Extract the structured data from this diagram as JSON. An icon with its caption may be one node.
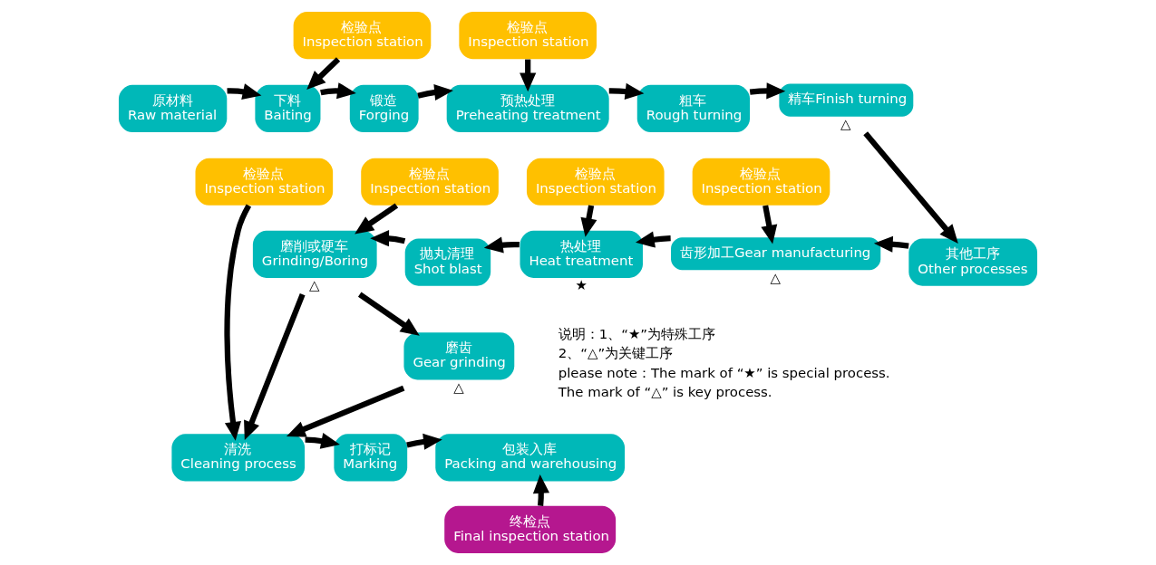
{
  "diagram": {
    "nodes": [
      {
        "text": [
          "检验点",
          "Inspection station"
        ]
      },
      {
        "text": [
          "原材料",
          "Raw material"
        ]
      },
      {
        "text": [
          "下料",
          "Baiting"
        ]
      },
      {
        "text": [
          "锻造",
          "Forging"
        ]
      },
      {
        "text": [
          "检验点",
          "Inspection station"
        ]
      },
      {
        "text": [
          "预热处理",
          "Preheating treatment"
        ]
      },
      {
        "text": [
          "粗车",
          "Rough turning"
        ]
      },
      {
        "text": [
          "精车Finish turning"
        ],
        "beside": [
          "△"
        ]
      },
      {
        "text": [
          "检验点",
          "Inspection station"
        ]
      },
      {
        "text": [
          "检验点",
          "Inspection station"
        ]
      },
      {
        "text": [
          "检验点",
          "Inspection station"
        ]
      },
      {
        "text": [
          "检验点",
          "Inspection station"
        ]
      },
      {
        "text": [
          "磨削或硬车",
          "Grinding/Boring"
        ],
        "beside": [
          "△"
        ]
      },
      {
        "text": [
          "抛丸清理",
          "Shot blast"
        ]
      },
      {
        "text": [
          "热处理",
          "Heat treatment"
        ],
        "beside": [
          "★"
        ]
      },
      {
        "text": [
          "齿形加工Gear manufacturing"
        ],
        "beside": [
          "△"
        ]
      },
      {
        "text": [
          "其他工序",
          "Other processes"
        ]
      },
      {
        "text": [
          "磨齿",
          "Gear grinding"
        ],
        "beside": [
          "△"
        ]
      },
      {
        "text": [
          "清洗",
          "Cleaning process"
        ]
      },
      {
        "text": [
          "打标记",
          "Marking"
        ]
      },
      {
        "text": [
          "包装入库",
          "Packing and warehousing"
        ]
      },
      {
        "text": [
          "终检点",
          "Final inspection station"
        ]
      }
    ],
    "edges": [
      {
        "from": 0,
        "to": 2,
        "arrow": "to"
      },
      {
        "from": 1,
        "to": 2,
        "arrow": "to"
      },
      {
        "from": 2,
        "to": 3,
        "arrow": "to"
      },
      {
        "from": 3,
        "to": 5,
        "arrow": "to"
      },
      {
        "from": 4,
        "to": 5,
        "arrow": "to"
      },
      {
        "from": 5,
        "to": 6,
        "arrow": "to"
      },
      {
        "from": 6,
        "to": 7,
        "arrow": "to"
      },
      {
        "from": 7,
        "to": 16,
        "arrow": "to"
      },
      {
        "from": 16,
        "to": 15,
        "arrow": "to"
      },
      {
        "from": 11,
        "to": 15,
        "arrow": "to"
      },
      {
        "from": 15,
        "to": 14,
        "arrow": "to"
      },
      {
        "from": 10,
        "to": 14,
        "arrow": "to"
      },
      {
        "from": 14,
        "to": 13,
        "arrow": "to"
      },
      {
        "from": 13,
        "to": 12,
        "arrow": "to"
      },
      {
        "from": 9,
        "to": 12,
        "arrow": "to"
      },
      {
        "from": 12,
        "to": 17,
        "arrow": "to"
      },
      {
        "from": 12,
        "to": 18,
        "arrow": "to"
      },
      {
        "from": 17,
        "to": 18,
        "arrow": "to"
      },
      {
        "from": 8,
        "to": 18,
        "arrow": "to"
      },
      {
        "from": 18,
        "to": 19,
        "arrow": "to"
      },
      {
        "from": 19,
        "to": 20,
        "arrow": "to"
      },
      {
        "from": 21,
        "to": 20,
        "arrow": "to"
      }
    ],
    "labels": [
      "说明：1、“★”为特殊工序",
      "2、“△”为关键工序",
      "please note：The mark of “★” is special process.",
      "The mark of “△” is key process."
    ]
  }
}
